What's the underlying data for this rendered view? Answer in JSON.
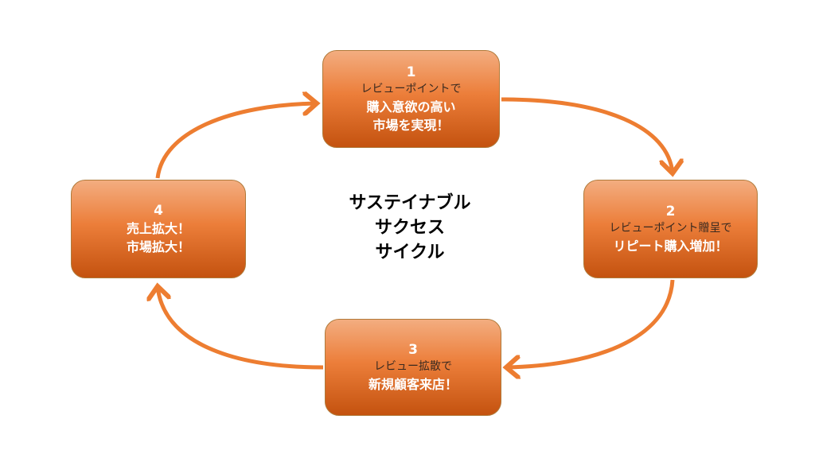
{
  "title_lines": [
    "サステイナブル",
    "サクセス",
    "サイクル"
  ],
  "steps": [
    {
      "number": "1",
      "sub": "レビューポイントで",
      "lines": [
        "購入意欲の高い",
        "市場を実現！"
      ]
    },
    {
      "number": "2",
      "sub": "レビューポイント贈呈で",
      "lines": [
        "リピート購入増加！"
      ]
    },
    {
      "number": "3",
      "sub": "レビュー拡散で",
      "lines": [
        "新規顧客来店！"
      ]
    },
    {
      "number": "4",
      "sub": "",
      "lines": [
        "売上拡大！",
        "市場拡大！"
      ]
    }
  ],
  "colors": {
    "arrow": "#ED7D31",
    "box_top": "#F3AD80",
    "box_bottom": "#C4520F"
  }
}
